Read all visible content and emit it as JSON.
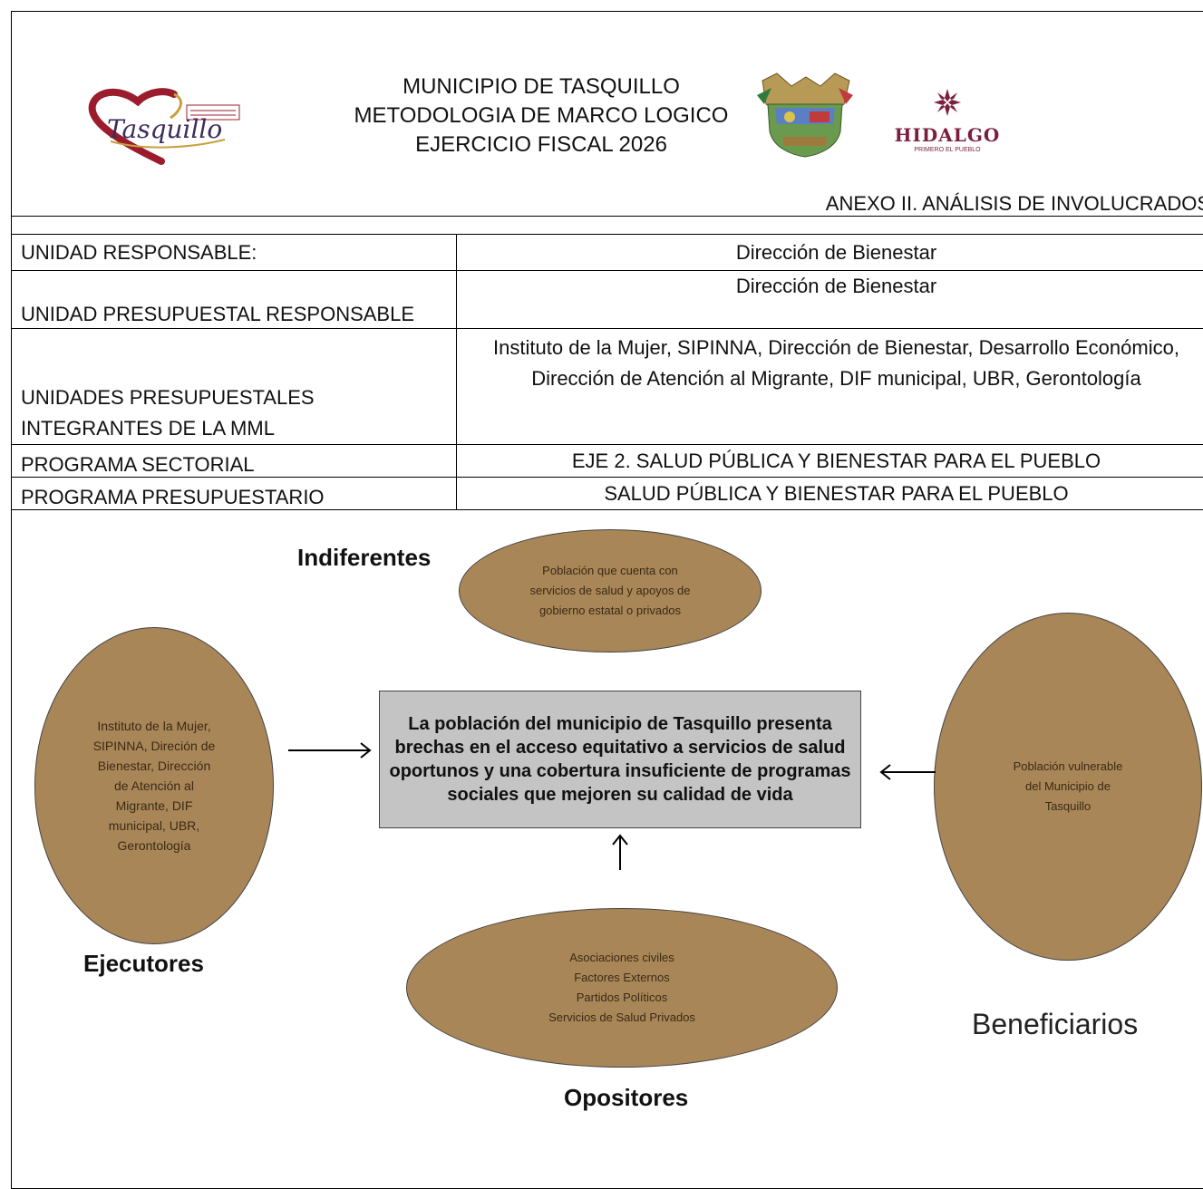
{
  "header": {
    "title_line1": "MUNICIPIO DE TASQUILLO",
    "title_line2": "METODOLOGIA DE MARCO LOGICO",
    "title_line3": "EJERCICIO FISCAL 2026",
    "annex": "ANEXO II. ANÁLISIS DE INVOLUCRADOS",
    "logo_tasquillo_text": "Tasquillo",
    "logo_hidalgo_text": "HIDALGO",
    "logo_hidalgo_sub": "PRIMERO EL PUEBLO"
  },
  "table": {
    "rows": [
      {
        "label": "UNIDAD RESPONSABLE:",
        "value": "Dirección de Bienestar"
      },
      {
        "label": "UNIDAD PRESUPUESTAL RESPONSABLE",
        "value": "Dirección de Bienestar"
      },
      {
        "label": "UNIDADES PRESUPUESTALES INTEGRANTES DE LA MML",
        "value": "Instituto de la Mujer, SIPINNA, Dirección de Bienestar, Desarrollo Económico, Dirección de Atención al Migrante, DIF municipal, UBR, Gerontología"
      },
      {
        "label": "PROGRAMA SECTORIAL",
        "value": "EJE 2. SALUD PÚBLICA Y BIENESTAR PARA EL PUEBLO"
      },
      {
        "label": "PROGRAMA PRESUPUESTARIO",
        "value": "SALUD PÚBLICA Y BIENESTAR PARA EL PUEBLO"
      }
    ]
  },
  "diagram": {
    "problem": "La población del municipio de Tasquillo presenta brechas en el acceso equitativo a servicios de salud oportunos y una cobertura insuficiente de programas sociales que mejoren su calidad de vida",
    "indiferentes": {
      "label": "Indiferentes",
      "text": "Población que cuenta con\nservicios de salud  y apoyos de\ngobierno estatal o privados"
    },
    "ejecutores": {
      "label": "Ejecutores",
      "text": "Instituto de la Mujer,\nSIPINNA, Direción de\nBienestar, Dirección\nde Atención al\nMigrante, DIF\nmunicipal, UBR,\nGerontología"
    },
    "beneficiarios": {
      "label": "Beneficiarios",
      "text": "Población vulnerable\ndel Municipio de\nTasquillo"
    },
    "opositores": {
      "label": "Opositores",
      "text": "Asociaciones civiles\nFactores Externos\nPartidos Políticos\nServicios de Salud Privados"
    }
  },
  "colors": {
    "ellipse_fill": "#a88658",
    "problem_fill": "#c4c4c4",
    "hidalgo_brand": "#7a1f3d",
    "tasquillo_heart": "#9b1c2c"
  }
}
